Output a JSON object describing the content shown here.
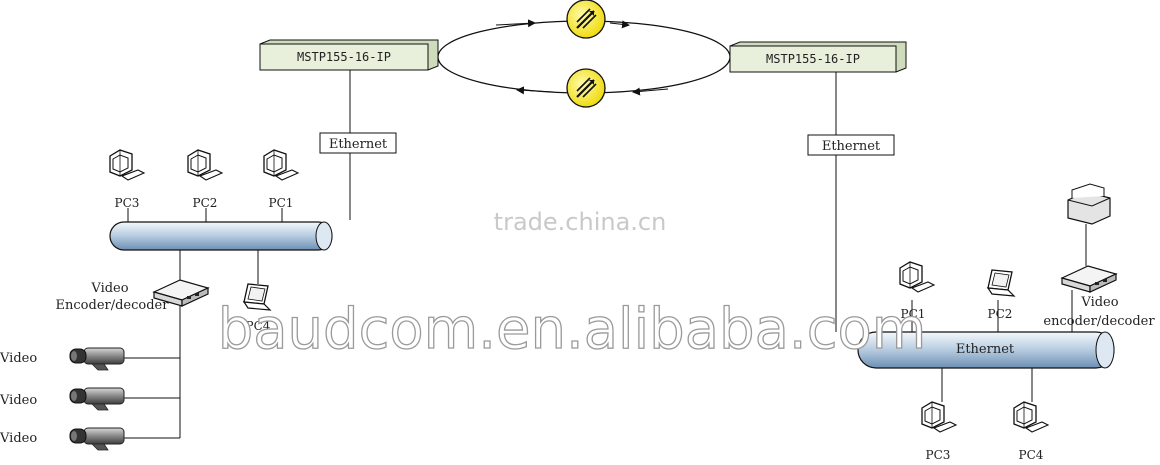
{
  "ring": {
    "left_device": "MSTP155-16-IP",
    "right_device": "MSTP155-16-IP"
  },
  "links": {
    "left_ethernet": "Ethernet",
    "right_ethernet": "Ethernet"
  },
  "left_site": {
    "pc_labels": [
      "PC3",
      "PC2",
      "PC1"
    ],
    "encoder_label_line1": "Video",
    "encoder_label_line2": "Encoder/decoder",
    "laptop_label": "PC4",
    "camera_labels": [
      "Video",
      "Video",
      "Video"
    ]
  },
  "right_site": {
    "pc1_label": "PC1",
    "laptop_label": "PC2",
    "encoder_label_line1": "Video",
    "encoder_label_line2": "encoder/decoder",
    "bus_label": "Ethernet",
    "pc3_label": "PC3",
    "pc4_label": "PC4"
  },
  "watermarks": {
    "small": "trade.china.cn",
    "large": "baudcom.en.alibaba.com"
  },
  "colors": {
    "device_fill": "#e8f0dc",
    "bus_fill": "#b8cce0",
    "icon_yellow": "#f4e61a"
  }
}
